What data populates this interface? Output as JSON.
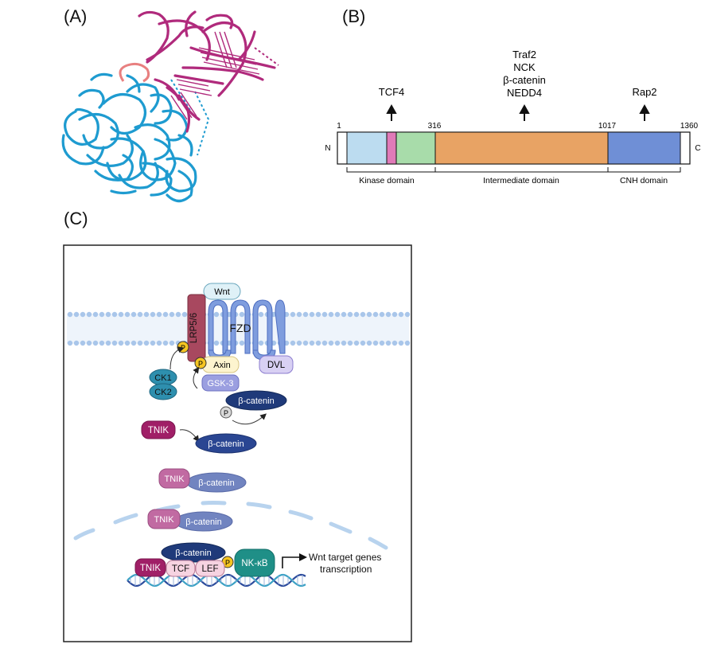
{
  "panels": {
    "a": "(A)",
    "b": "(B)",
    "c": "(C)"
  },
  "domain_map": {
    "n_term": "N",
    "c_term": "C",
    "positions": [
      "1",
      "316",
      "1017",
      "1360"
    ],
    "binders": {
      "tcf4": "TCF4",
      "mid": [
        "Traf2",
        "NCK",
        "β-catenin",
        "NEDD4"
      ],
      "rap2": "Rap2"
    },
    "domains": [
      "Kinase domain",
      "Intermediate domain",
      "CNH domain"
    ],
    "colors": {
      "kinase_left": "#bcdcf0",
      "kinase_pink": "#e07ab8",
      "kinase_right": "#a8dcaa",
      "intermediate": "#e8a364",
      "cnh": "#6f8fd6"
    }
  },
  "pathway": {
    "wnt": "Wnt",
    "lrp": "LRP5/6",
    "fzd": "FZD",
    "dvl": "DVL",
    "axin": "Axin",
    "gsk3": "GSK-3",
    "ck1": "CK1",
    "ck2": "CK2",
    "p": "P",
    "bcat": "β-catenin",
    "tnik": "TNIK",
    "tcf": "TCF",
    "lef": "LEF",
    "nfkb": "NK-κB",
    "target_line1": "Wnt target genes",
    "target_line2": "transcription"
  },
  "structure_colors": {
    "magenta": "#b02a7c",
    "cyan": "#1e9bd0",
    "salmon": "#e88080"
  }
}
